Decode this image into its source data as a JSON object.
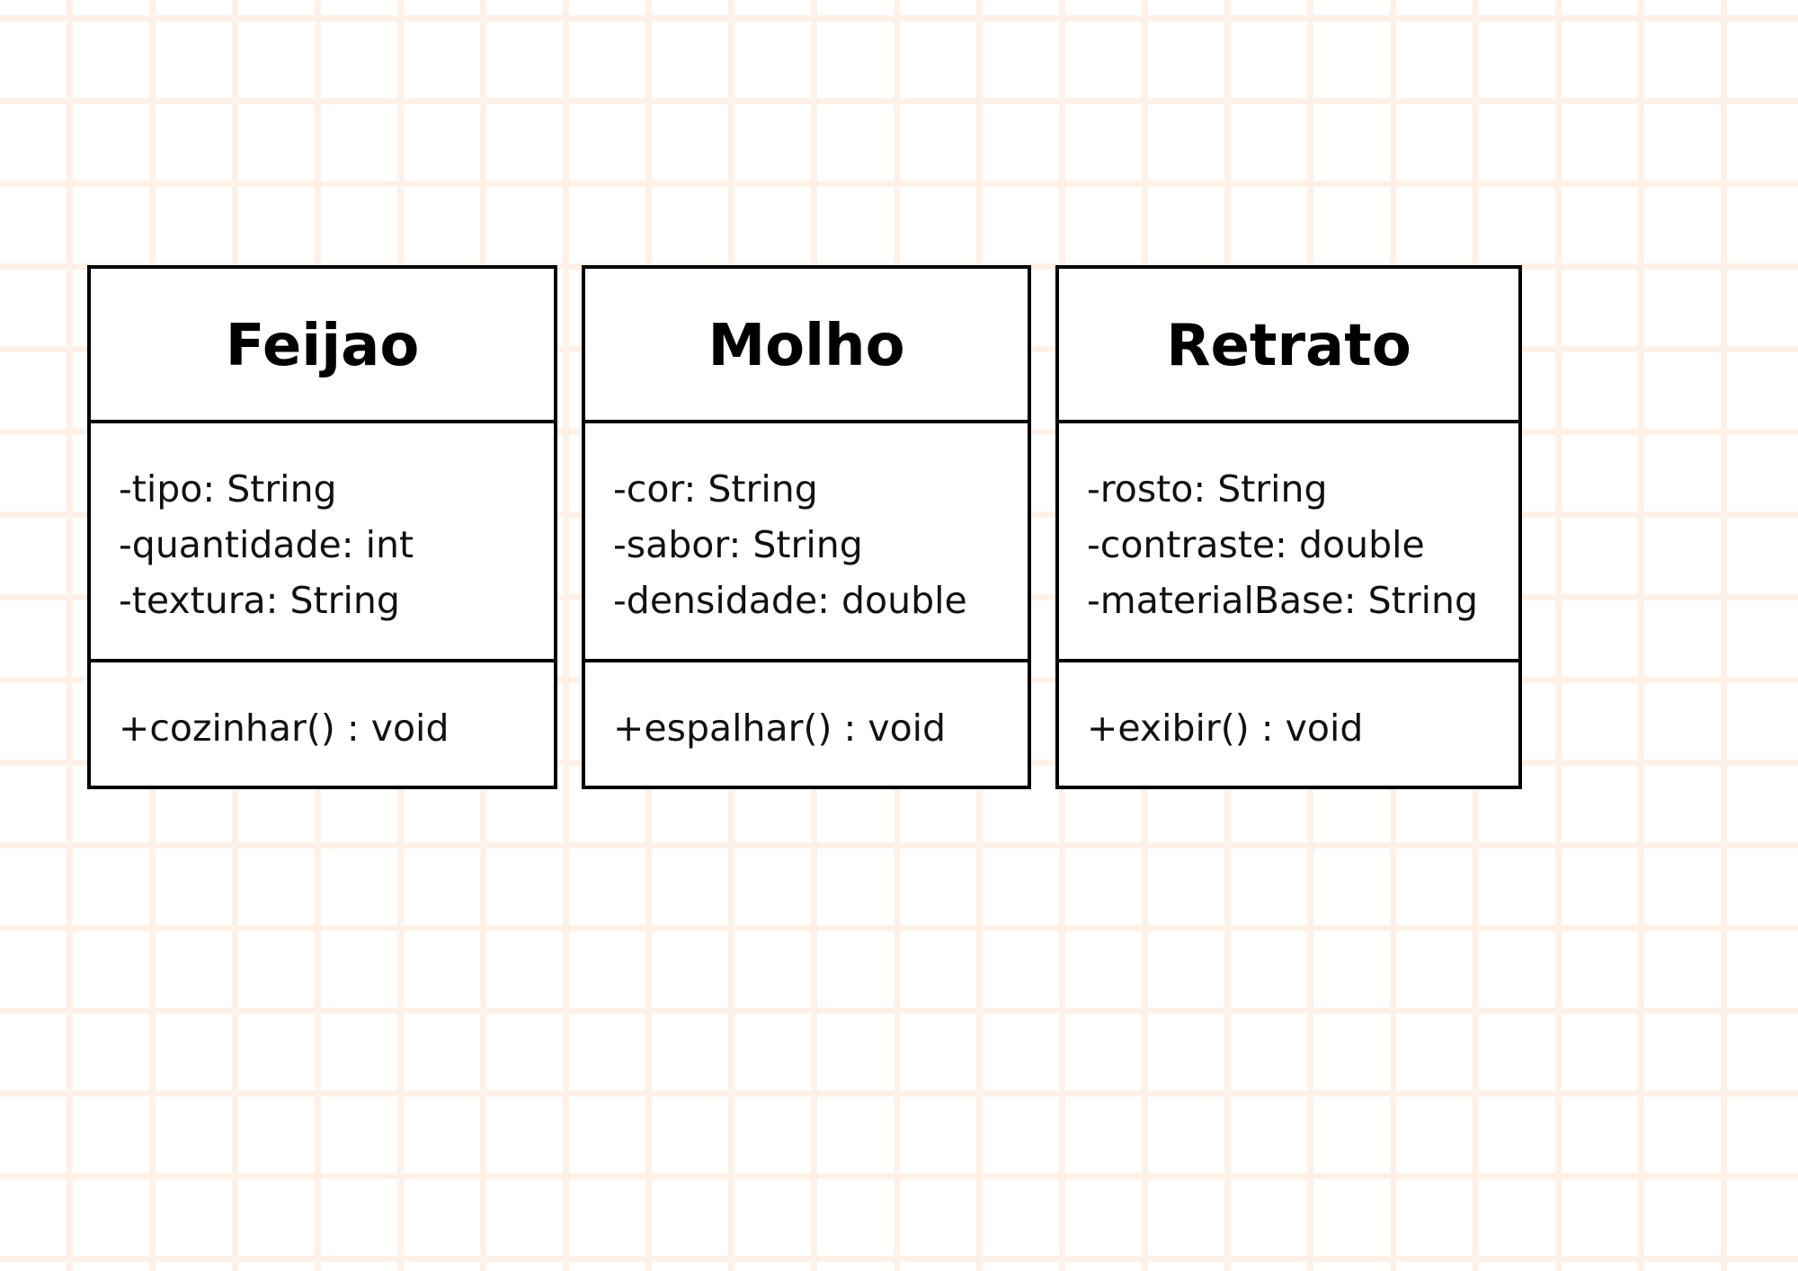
{
  "diagram": {
    "classes": [
      {
        "name": "Feijao",
        "attributes": [
          "-tipo: String",
          "-quantidade: int",
          "-textura: String"
        ],
        "methods": [
          "+cozinhar() : void"
        ]
      },
      {
        "name": "Molho",
        "attributes": [
          "-cor: String",
          "-sabor: String",
          "-densidade: double"
        ],
        "methods": [
          "+espalhar() : void"
        ]
      },
      {
        "name": "Retrato",
        "attributes": [
          "-rosto: String",
          "-contraste: double",
          "-materialBase: String"
        ],
        "methods": [
          "+exibir() : void"
        ]
      }
    ]
  },
  "colors": {
    "background": "#ffffff",
    "grid": "#fff1e7",
    "border": "#000000",
    "text": "#000000"
  }
}
